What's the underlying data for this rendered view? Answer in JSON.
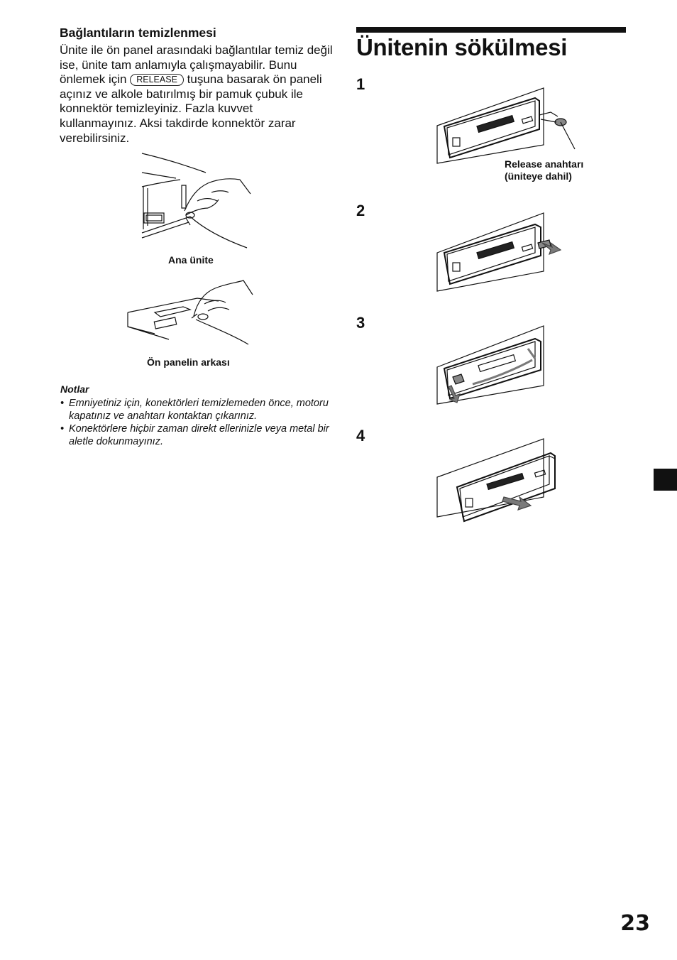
{
  "left": {
    "heading": "Bağlantıların temizlenmesi",
    "para_before": "Ünite ile ön panel arasındaki bağlantılar temiz değil ise, ünite tam anlamıyla çalışmayabilir. Bunu önlemek için",
    "release_key": "RELEASE",
    "para_after": "tuşuna basarak ön paneli açınız ve alkole batırılmış bir pamuk çubuk ile konnektör temizleyiniz. Fazla kuvvet kullanmayınız. Aksi takdirde konnektör zarar verebilirsiniz.",
    "caption1": "Ana ünite",
    "caption2": "Ön panelin arkası",
    "notes_title": "Notlar",
    "notes": [
      "Emniyetiniz için, konektörleri temizlemeden önce, motoru kapatınız ve anahtarı kontaktan çıkarınız.",
      "Konektörlere hiçbir zaman direkt ellerinizle veya metal bir aletle dokunmayınız."
    ]
  },
  "right": {
    "title": "Ünitenin sökülmesi",
    "steps": [
      "1",
      "2",
      "3",
      "4"
    ],
    "release_caption_line1": "Release anahtarı",
    "release_caption_line2": "(üniteye dahil)"
  },
  "page_number": "23",
  "colors": {
    "text": "#111111",
    "arrow": "#7a7a7a"
  }
}
